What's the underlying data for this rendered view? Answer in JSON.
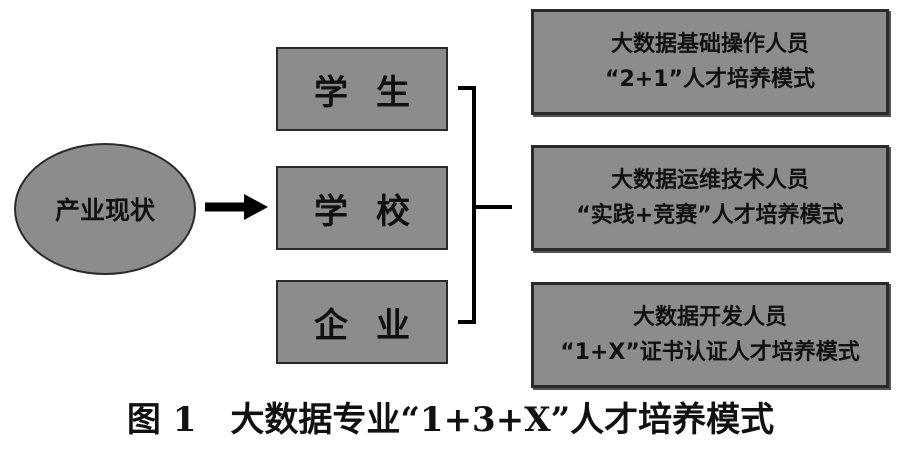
{
  "industry": {
    "label": "产业现状"
  },
  "stakeholders": [
    {
      "label": "学生"
    },
    {
      "label": "学校"
    },
    {
      "label": "企业"
    }
  ],
  "talent_types": [
    {
      "title": "大数据基础操作人员",
      "model": "“2+1”人才培养模式"
    },
    {
      "title": "大数据运维技术人员",
      "model": "“实践+竞赛”人才培养模式"
    },
    {
      "title": "大数据开发人员",
      "model": "“1+X”证书认证人才培养模式"
    }
  ],
  "caption": "图 1　大数据专业“1+3+X”人才培养模式"
}
